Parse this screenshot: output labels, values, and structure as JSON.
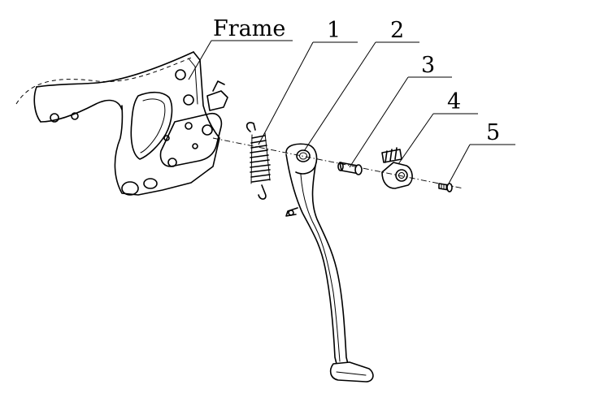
{
  "diagram": {
    "callouts": [
      {
        "id": "frame",
        "label": "Frame"
      },
      {
        "id": "part-1",
        "label": "1"
      },
      {
        "id": "part-2",
        "label": "2"
      },
      {
        "id": "part-3",
        "label": "3"
      },
      {
        "id": "part-4",
        "label": "4"
      },
      {
        "id": "part-5",
        "label": "5"
      }
    ]
  }
}
